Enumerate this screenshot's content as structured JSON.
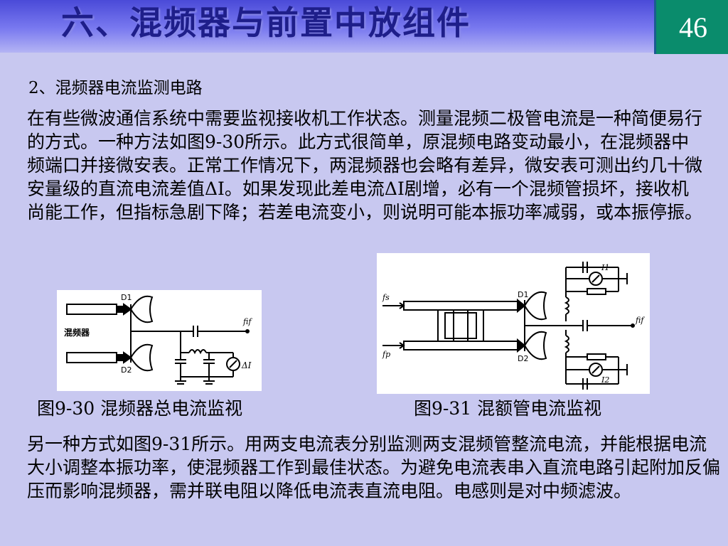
{
  "header": {
    "title": "六、混频器与前置中放组件",
    "page_number": "46"
  },
  "section": {
    "subtitle": "2、混频器电流监测电路",
    "paragraph1": "在有些微波通信系统中需要监视接收机工作状态。测量混频二极管电流是一种简便易行的方式。一种方法如图9-30所示。此方式很简单，原混频电路变动最小，在混频器中频端口并接微安表。正常工作情况下，两混频器也会略有差异，微安表可测出约几十微安量级的直流电流差值ΔI。如果发现此差电流ΔI剧增，必有一个混频管损坏，接收机尚能工作，但指标急剧下降；若差电流变小，则说明可能本振功率减弱，或本振停振。",
    "paragraph2": "另一种方式如图9-31所示。用两支电流表分别监测两支混频管整流电流，并能根据电流大小调整本振功率，使混频器工作到最佳状态。为避免电流表串入直流电路引起附加反偏压而影响混频器，需并联电阻以降低电流表直流电阻。电感则是对中频滤波。"
  },
  "figures": {
    "fig30": {
      "caption": "图9-30  混频器总电流监视",
      "label_mixer": "混频器",
      "label_d1": "D1",
      "label_d2": "D2",
      "label_fif": "fif",
      "label_delta_i": "ΔI"
    },
    "fig31": {
      "caption": "图9-31  混额管电流监视",
      "label_fs": "fs",
      "label_fp": "fp",
      "label_d1": "D1",
      "label_d2": "D2",
      "label_fif": "fif",
      "label_i1": "I1",
      "label_i2": "I2"
    }
  },
  "colors": {
    "background": "#c8c8f0",
    "header_top": "#4a4ad8",
    "title_text": "#1e1e8a",
    "page_box": "#0a8c6c"
  }
}
